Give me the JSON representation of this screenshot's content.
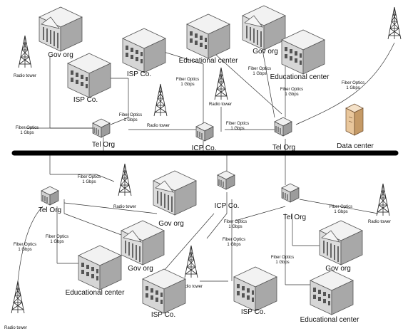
{
  "labels": {
    "gov_org": "Gov org",
    "isp_co": "ISP Co.",
    "educational_center": "Educational center",
    "radio_tower": "Radio tower",
    "tel_org": "Tel Org",
    "icp_co": "ICP Co.",
    "data_center": "Data center",
    "fiber_line1": "Fiber Optics",
    "fiber_line2": "1 Gbps"
  }
}
